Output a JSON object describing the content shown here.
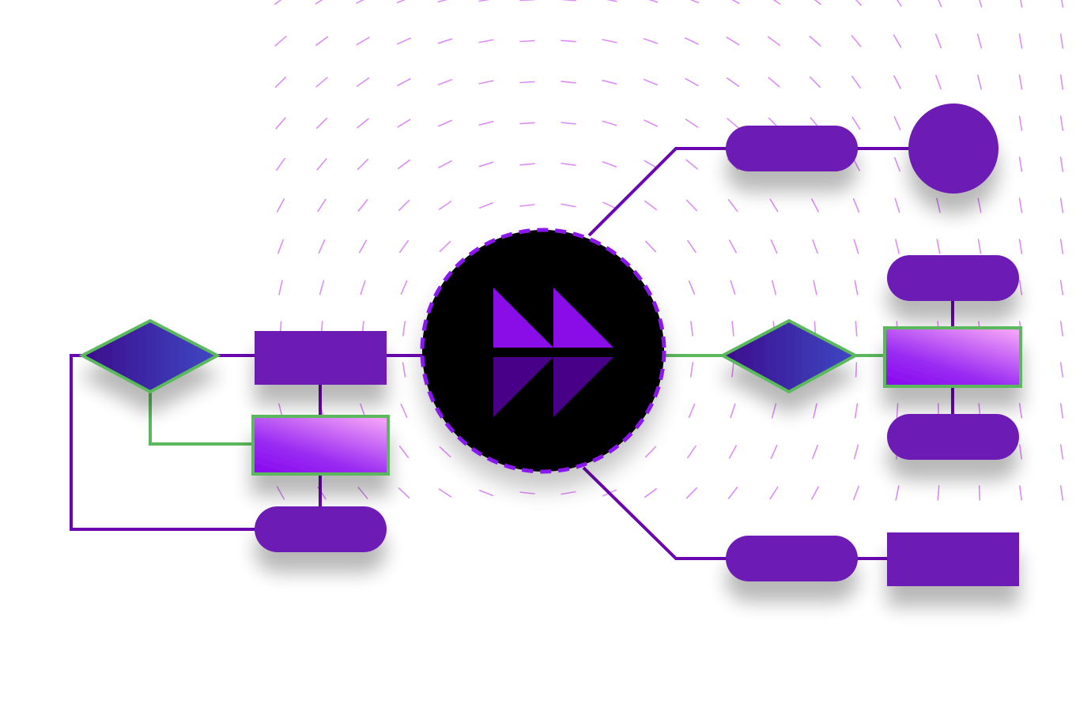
{
  "diagram": {
    "description_visible_text": "",
    "colors": {
      "node_fill": "#6c1ab4",
      "connector": "#6a06b0",
      "highlight_connector": "#5cb85c",
      "highlight_border": "#5cb85c",
      "hub_fill": "#000000",
      "hub_border": "#8a18f0",
      "logo_light": "#8a07e8",
      "logo_dark": "#4a0088",
      "diamond_gradient": [
        "#3c0c8c",
        "#3f48c4"
      ],
      "box_gradient": [
        "#8a0cf0",
        "#f2a0f8"
      ],
      "field_lines": "#dc8cf6"
    },
    "hub": {
      "icon": "fast-forward-logo-icon",
      "border_style": "dashed"
    },
    "left_cluster": {
      "nodes": [
        {
          "id": "left-decision",
          "shape": "diamond",
          "style": "gradient-green-border"
        },
        {
          "id": "left-process",
          "shape": "rectangle",
          "style": "solid"
        },
        {
          "id": "left-highlight",
          "shape": "rectangle",
          "style": "gradient-green-border"
        },
        {
          "id": "left-terminal",
          "shape": "pill",
          "style": "solid"
        }
      ]
    },
    "top_branch": {
      "nodes": [
        {
          "id": "top-terminal",
          "shape": "pill",
          "style": "solid"
        },
        {
          "id": "top-connector",
          "shape": "circle",
          "style": "solid"
        }
      ]
    },
    "middle_branch": {
      "nodes": [
        {
          "id": "right-decision",
          "shape": "diamond",
          "style": "gradient-green-border"
        },
        {
          "id": "right-top-terminal",
          "shape": "pill",
          "style": "solid"
        },
        {
          "id": "right-highlight",
          "shape": "rectangle",
          "style": "gradient-green-border"
        },
        {
          "id": "right-bottom-terminal",
          "shape": "pill",
          "style": "solid"
        }
      ]
    },
    "bottom_branch": {
      "nodes": [
        {
          "id": "bottom-terminal",
          "shape": "pill",
          "style": "solid"
        },
        {
          "id": "bottom-process",
          "shape": "rectangle",
          "style": "solid"
        }
      ]
    }
  }
}
